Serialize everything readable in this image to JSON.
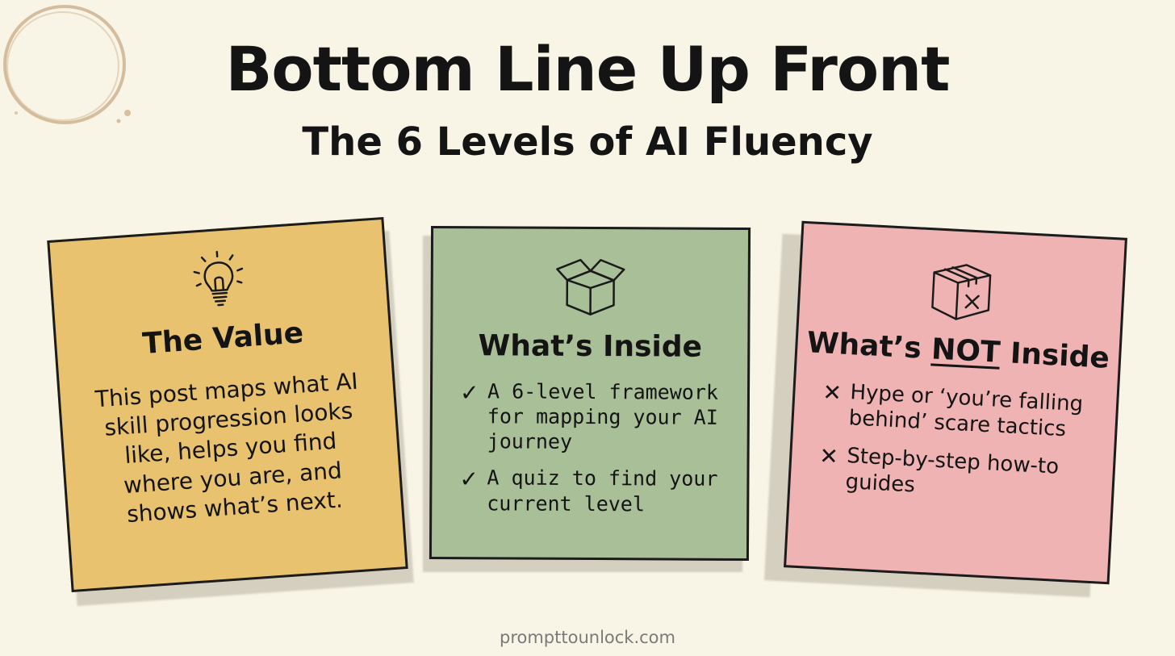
{
  "header": {
    "title": "Bottom Line Up Front",
    "subtitle": "The 6 Levels of AI Fluency"
  },
  "cards": {
    "value": {
      "icon": "lightbulb-icon",
      "color": "#e8c26e",
      "heading": "The Value",
      "body": "This post maps what AI skill progression looks like, helps you find where you are, and shows what’s next."
    },
    "inside": {
      "icon": "open-box-icon",
      "color": "#a9bf98",
      "heading": "What’s Inside",
      "items": [
        {
          "mark": "✓",
          "text": "A 6-level framework for mapping your AI journey"
        },
        {
          "mark": "✓",
          "text": "A quiz to find your current level"
        }
      ]
    },
    "not_inside": {
      "icon": "crossed-box-icon",
      "color": "#f0b3b3",
      "heading_prefix": "What’s",
      "heading_emphasis": "NOT",
      "heading_suffix": "Inside",
      "items": [
        {
          "mark": "✕",
          "text": "Hype or ‘you’re falling behind’ scare tactics"
        },
        {
          "mark": "✕",
          "text": "Step-by-step how-to guides"
        }
      ]
    }
  },
  "footer": {
    "text": "prompttounlock.com"
  }
}
